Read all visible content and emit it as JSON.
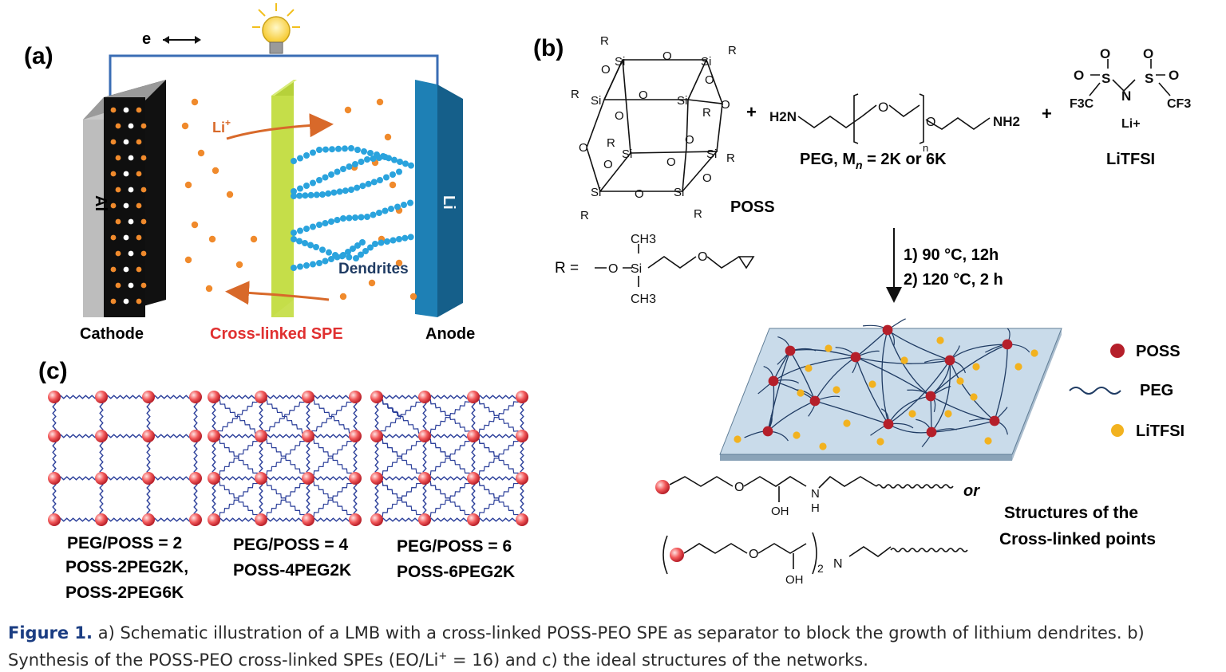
{
  "panel_a": {
    "label": "(a)",
    "electron": "e",
    "cathode_material": "Al",
    "anode_material": "Li",
    "ion": "Li",
    "ion_sup": "+",
    "dendrites": "Dendrites",
    "cathode": "Cathode",
    "separator": "Cross-linked SPE",
    "anode": "Anode"
  },
  "panel_b": {
    "label": "(b)",
    "poss_label": "POSS",
    "peg_label": "PEG, M",
    "peg_sub": "n",
    "peg_value": "= 2K or 6K",
    "litfsi_label": "LiTFSI",
    "r_label": "R =",
    "plus": "+",
    "step1": "1) 90 °C, 12h",
    "step2": "2) 120 °C, 2 h",
    "legend": [
      "POSS",
      "PEG",
      "LiTFSI"
    ],
    "or": "or",
    "structures_line1": "Structures of the",
    "structures_line2": "Cross-linked points",
    "colors": {
      "poss": "#b51f2a",
      "litfsi": "#f2b21f",
      "peg": "#1f3b63",
      "sheet": "#c9dbea"
    }
  },
  "panel_c": {
    "label": "(c)",
    "networks": [
      {
        "ratio": "PEG/POSS = 2",
        "names": [
          "POSS-2PEG2K,",
          "POSS-2PEG6K"
        ]
      },
      {
        "ratio": "PEG/POSS = 4",
        "names": [
          "POSS-4PEG2K"
        ]
      },
      {
        "ratio": "PEG/POSS = 6",
        "names": [
          "POSS-6PEG2K"
        ]
      }
    ]
  },
  "caption": {
    "figure_label": "Figure 1.",
    "text_part1": " a) Schematic illustration of a LMB with a cross-linked POSS-PEO SPE as separator to block the growth of lithium dendrites. b) Synthesis of the POSS-PEO cross-linked SPEs (EO/Li",
    "sup": "+",
    "text_part2": " = 16) and c) the ideal structures of the networks."
  }
}
